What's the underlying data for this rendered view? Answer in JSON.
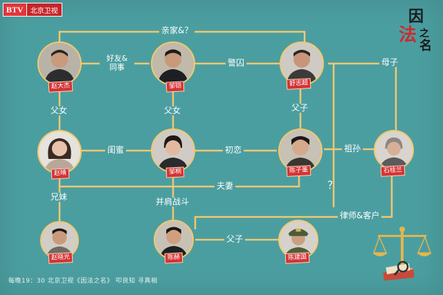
{
  "logo": {
    "badge": "BTV",
    "channel": "北京卫视"
  },
  "title": {
    "chars": [
      "因",
      "法",
      "之",
      "名"
    ]
  },
  "people": [
    {
      "id": "p1",
      "name": "赵大杰"
    },
    {
      "id": "p2",
      "name": "邹铠"
    },
    {
      "id": "p3",
      "name": "舒志超"
    },
    {
      "id": "p4",
      "name": "赵晴"
    },
    {
      "id": "p5",
      "name": "邹桐"
    },
    {
      "id": "p6",
      "name": "陈子墨"
    },
    {
      "id": "p7",
      "name": "石桂兰"
    },
    {
      "id": "p8",
      "name": "赵晓光"
    },
    {
      "id": "p9",
      "name": "陈赫"
    },
    {
      "id": "p10",
      "name": "陈建国"
    }
  ],
  "relations": {
    "in_laws": "亲家&？",
    "friends": "好友&\n同事",
    "police_prisoner": "警囚",
    "mother_son": "母子",
    "father_daughter_1": "父女",
    "father_daughter_2": "父女",
    "father_son_1": "父子",
    "best_friends": "闺蜜",
    "first_love": "初恋",
    "grandparent": "祖孙",
    "question": "？",
    "spouses": "夫妻",
    "siblings": "兄妹",
    "fight_together": "并肩战斗",
    "lawyer_client": "律师&客户",
    "father_son_2": "父子"
  },
  "footer": "每晚19：30 北京卫视《因法之名》 叩良知 寻真相",
  "colors": {
    "bg": "#4b9ea0",
    "line": "#f1c872",
    "tag": "#d43336",
    "logo": "#c6252b"
  }
}
